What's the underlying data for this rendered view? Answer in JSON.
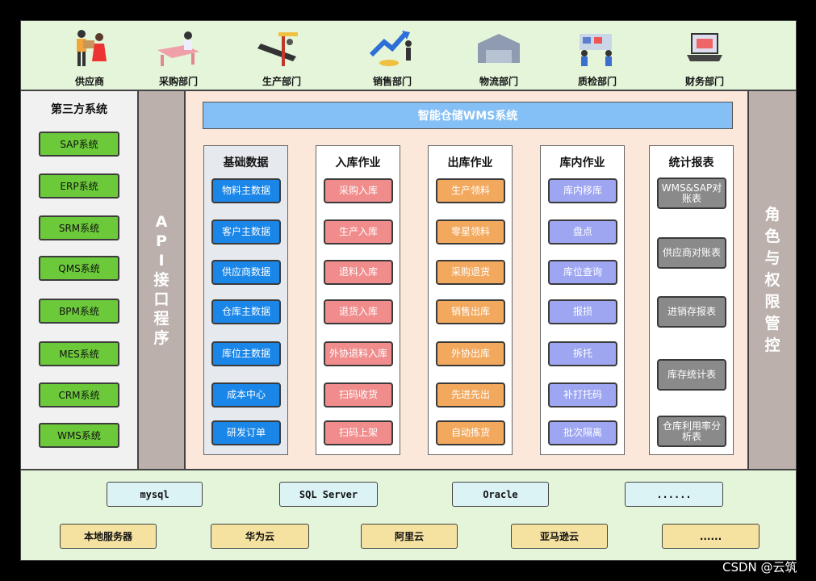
{
  "departments": [
    "供应商",
    "采购部门",
    "生产部门",
    "销售部门",
    "物流部门",
    "质检部门",
    "财务部门"
  ],
  "third_party": {
    "title": "第三方系统",
    "systems": [
      "SAP系统",
      "ERP系统",
      "SRM系统",
      "QMS系统",
      "BPM系统",
      "MES系统",
      "CRM系统",
      "WMS系统"
    ]
  },
  "api_label": [
    "A",
    "P",
    "I",
    "接",
    "口",
    "程",
    "序"
  ],
  "role_label": [
    "角",
    "色",
    "与",
    "权",
    "限",
    "管",
    "控"
  ],
  "wms_title": "智能仓储WMS系统",
  "columns": [
    {
      "title": "基础数据",
      "items": [
        "物料主数据",
        "客户主数据",
        "供应商数据",
        "仓库主数据",
        "库位主数据",
        "成本中心",
        "研发订单"
      ]
    },
    {
      "title": "入库作业",
      "items": [
        "采购入库",
        "生产入库",
        "退料入库",
        "退货入库",
        "外协退料入库",
        "扫码收货",
        "扫码上架"
      ]
    },
    {
      "title": "出库作业",
      "items": [
        "生产领料",
        "零星领料",
        "采购退货",
        "销售出库",
        "外协出库",
        "先进先出",
        "自动拣货"
      ]
    },
    {
      "title": "库内作业",
      "items": [
        "库内移库",
        "盘点",
        "库位查询",
        "报损",
        "拆托",
        "补打托码",
        "批次隔离"
      ]
    },
    {
      "title": "统计报表",
      "items": [
        "WMS&SAP对账表",
        "供应商对账表",
        "进销存报表",
        "库存统计表",
        "仓库利用率分析表"
      ]
    }
  ],
  "colors": {
    "basic": "#1a86e8",
    "inbound": "#f08c8c",
    "outbound": "#f2a95e",
    "internal": "#9ea6f2",
    "report": "#8a8a8a"
  },
  "databases": [
    "mysql",
    "SQL Server",
    "Oracle",
    "......"
  ],
  "servers": [
    "本地服务器",
    "华为云",
    "阿里云",
    "亚马逊云",
    "......"
  ],
  "watermark": "CSDN @云筑"
}
